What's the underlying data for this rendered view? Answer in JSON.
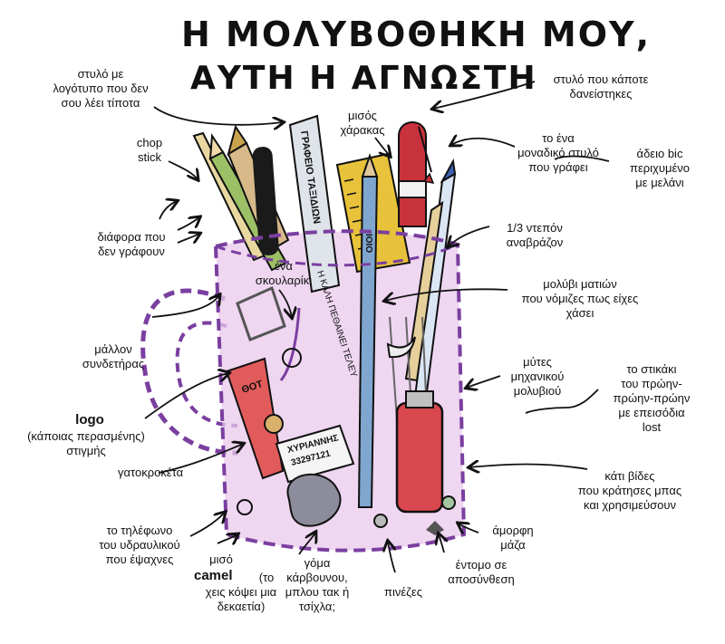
{
  "title": {
    "line1": "Η ΜΟΛΥΒΟΘΗΚΗ ΜΟΥ,",
    "line2": "ΑΥΤΗ Η ΑΓΝΩΣΤΗ"
  },
  "labels": {
    "logo_pen": "στυλό με\nλογότυπο που δεν\nσου λέει τίποτα",
    "borrowed_pen": "στυλό που κάποτε\nδανείστηκες",
    "chopstick": "chop\nstick",
    "small_ruler": "μισός\nχάρακας",
    "only_pen": "το ένα\nμοναδικό στυλό\nπου γράφει",
    "empty_bic": "άδειο bic\nπεριχυμένο\nμε μελάνι",
    "non_writing": "διάφορα που\nδεν γράφουν",
    "eraser_third": "1/3 ντεπόν\nαναβράζον",
    "earring": "ένα\nσκουλαρίκι",
    "eye_pencil": "μολύβι ματιών\nπου νόμιζες πως είχες\nχάσει",
    "paperclip": "μάλλον\nσυνδετήρας",
    "lead_tips": "μύτες\nμηχανικού\nμολυβιού",
    "pen_drive": "το στικάκι\nτου πρώην-\nπρώην-πρώην\nμε επεισόδια\nlost",
    "logo_word": "logo",
    "logo_rest": "(κάποιας περασμένης)\nστιγμής",
    "cat_clip": "γατοκροκέτα",
    "screws": "κάτι βίδες\nπου κράτησες μπας\nκαι χρησιμεύσουν",
    "plumber": "το τηλέφωνο\nτου υδραυλικού\nπου έψαχνες",
    "shapeless": "άμορφη\nμάζα",
    "camel_top": "μισό",
    "camel_word": "camel",
    "camel_rest": "(το\nχεις κόψει μια\nδεκαετία)",
    "charcoal": "γόμα\nκάρβουνου,\nμπλου τακ ή\nτσίχλα;",
    "pins": "πινέζες",
    "insect": "έντομο σε\nαποσύνθεση"
  },
  "item_texts": {
    "pen_brand": "ΓΡΑΦΕΙΟ ΤΑΞΙΔΙΩΝ",
    "eye_pencil_text": "Η ΚΑΛΗ ΠΕΘΑΙΝΕΙ ΤΕΛΕΥ",
    "pencil_text": "ΙΟΙΟ",
    "note_line1": "ΧΥΡΙΑΝΝΗΣ",
    "note_line2": "33297121",
    "logo_tube": "ΘΟΤ"
  },
  "colors": {
    "ink": "#111111",
    "mug_outline": "#7a3fa0",
    "mug_fill": "#e9c8ec",
    "pen_red": "#c8323c",
    "ruler_yellow": "#e8c23a",
    "pencil_blue": "#7fa6cf",
    "pencil_green": "#9cc066",
    "drive_red": "#d9474f"
  }
}
